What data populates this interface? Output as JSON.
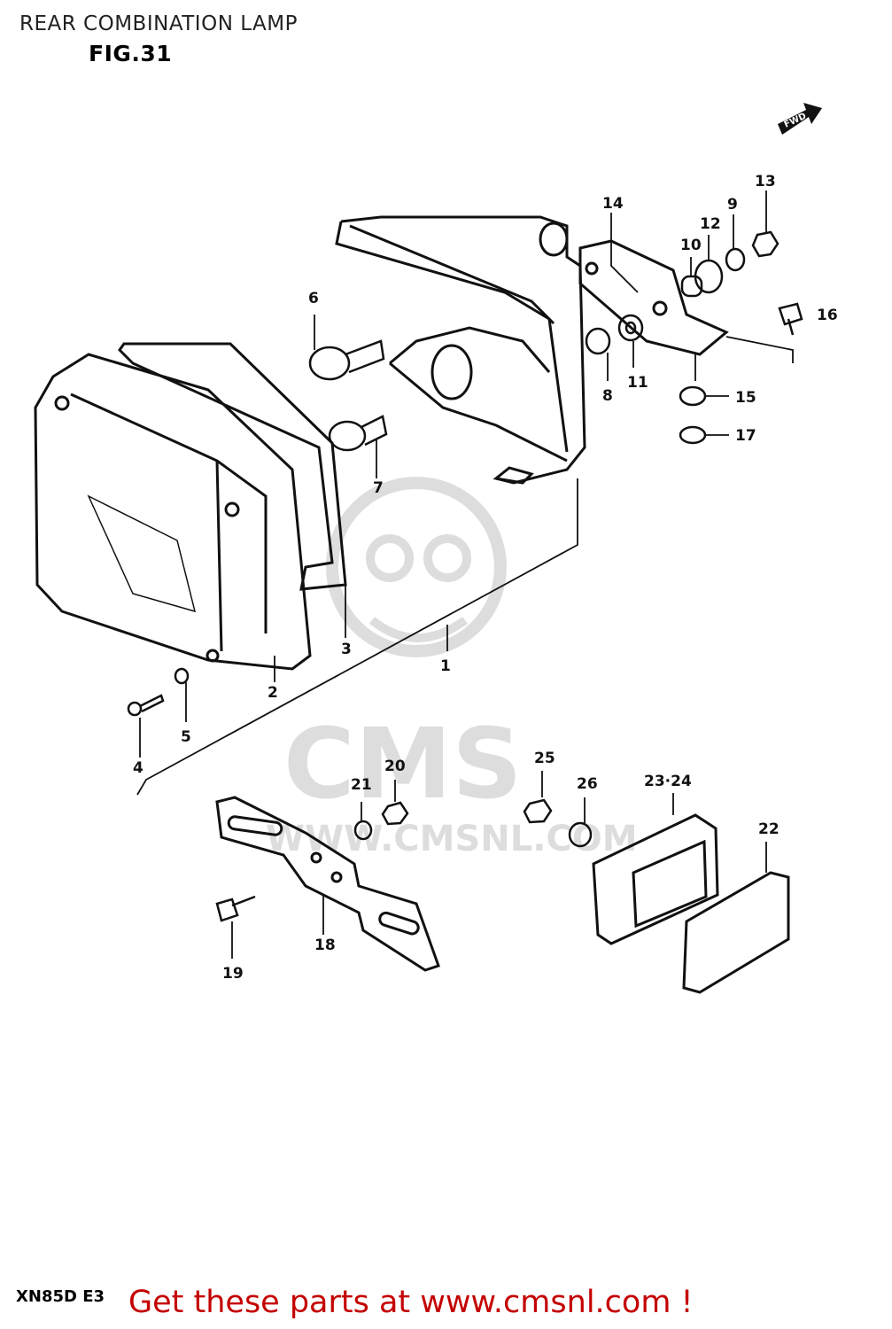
{
  "header": {
    "title": "REAR COMBINATION LAMP",
    "figure": "FIG.31"
  },
  "footer": {
    "model": "XN85D E3",
    "promo": "Get these parts at www.cmsnl.com !"
  },
  "forward_arrow": {
    "label": "FWD"
  },
  "watermark": {
    "brand": "CMS",
    "url": "WWW.CMSNL.COM"
  },
  "callouts": [
    "1",
    "2",
    "3",
    "4",
    "5",
    "6",
    "7",
    "8",
    "9",
    "10",
    "11",
    "12",
    "13",
    "14",
    "15",
    "16",
    "17",
    "18",
    "19",
    "20",
    "21",
    "22",
    "23·24",
    "25",
    "26"
  ]
}
